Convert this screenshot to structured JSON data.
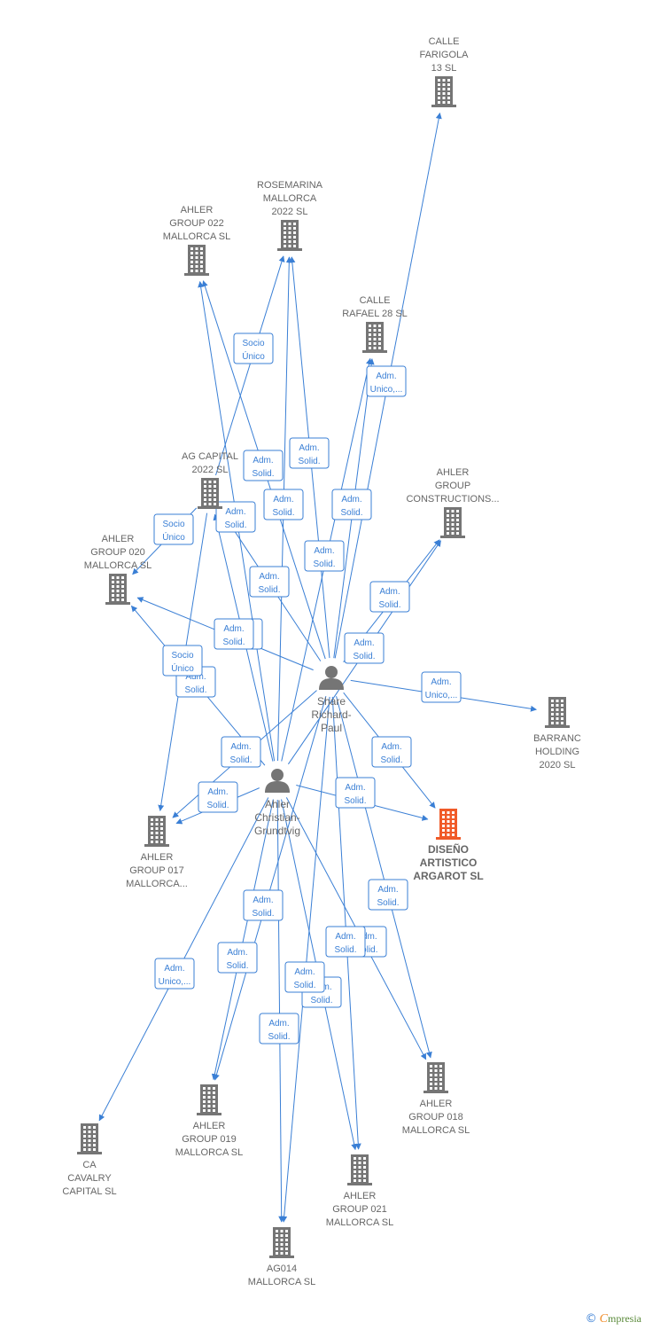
{
  "colors": {
    "edge": "#3a7fd5",
    "building": "#757575",
    "focus_building": "#f05a28",
    "person": "#757575"
  },
  "companies": [
    {
      "id": "calle_farigola",
      "lines": [
        "CALLE",
        "FARIGOLA",
        "13  SL"
      ],
      "focus": false
    },
    {
      "id": "rosemarina",
      "lines": [
        "ROSEMARINA",
        "MALLORCA",
        "2022  SL"
      ],
      "focus": false
    },
    {
      "id": "ahler_022",
      "lines": [
        "AHLER",
        "GROUP 022",
        "MALLORCA  SL"
      ],
      "focus": false
    },
    {
      "id": "calle_rafael",
      "lines": [
        "CALLE",
        "RAFAEL 28  SL"
      ],
      "focus": false
    },
    {
      "id": "ag_capital",
      "lines": [
        "AG CAPITAL",
        "2022  SL"
      ],
      "focus": false
    },
    {
      "id": "ahler_constructions",
      "lines": [
        "AHLER",
        "GROUP",
        "CONSTRUCTIONS..."
      ],
      "focus": false
    },
    {
      "id": "ahler_020",
      "lines": [
        "AHLER",
        "GROUP 020",
        "MALLORCA  SL"
      ],
      "focus": false
    },
    {
      "id": "barranc",
      "lines": [
        "BARRANC",
        "HOLDING",
        "2020  SL"
      ],
      "focus": false
    },
    {
      "id": "diseno",
      "lines": [
        "DISEÑO",
        "ARTISTICO",
        "ARGAROT  SL"
      ],
      "focus": true
    },
    {
      "id": "ahler_017",
      "lines": [
        "AHLER",
        "GROUP 017",
        "MALLORCA..."
      ],
      "focus": false
    },
    {
      "id": "ahler_018",
      "lines": [
        "AHLER",
        "GROUP 018",
        "MALLORCA  SL"
      ],
      "focus": false
    },
    {
      "id": "ahler_019",
      "lines": [
        "AHLER",
        "GROUP 019",
        "MALLORCA  SL"
      ],
      "focus": false
    },
    {
      "id": "ahler_021",
      "lines": [
        "AHLER",
        "GROUP 021",
        "MALLORCA  SL"
      ],
      "focus": false
    },
    {
      "id": "ca_cavalry",
      "lines": [
        "CA",
        "CAVALRY",
        "CAPITAL  SL"
      ],
      "focus": false
    },
    {
      "id": "ag014",
      "lines": [
        "AG014",
        "MALLORCA  SL"
      ],
      "focus": false
    }
  ],
  "persons": [
    {
      "id": "share",
      "lines": [
        "Share",
        "Richard-",
        "Paul"
      ]
    },
    {
      "id": "ahler_c",
      "lines": [
        "Ahler",
        "Christian-",
        "Grundtvig"
      ]
    }
  ],
  "edges": [
    {
      "from": "share",
      "to": "calle_farigola",
      "label": [
        "Adm.",
        "Unico,..."
      ]
    },
    {
      "from": "share",
      "to": "rosemarina",
      "label": [
        "Adm.",
        "Solid."
      ]
    },
    {
      "from": "share",
      "to": "ahler_022",
      "label": [
        "Adm.",
        "Solid."
      ]
    },
    {
      "from": "share",
      "to": "calle_rafael",
      "label": [
        "Adm.",
        "Solid."
      ]
    },
    {
      "from": "share",
      "to": "ag_capital",
      "label": [
        "Adm.",
        "Solid."
      ]
    },
    {
      "from": "share",
      "to": "ahler_constructions",
      "label": [
        "Adm.",
        "Solid."
      ]
    },
    {
      "from": "share",
      "to": "ahler_020",
      "label": [
        "Adm.",
        "Solid."
      ]
    },
    {
      "from": "share",
      "to": "barranc",
      "label": [
        "Adm.",
        "Unico,..."
      ]
    },
    {
      "from": "share",
      "to": "diseno",
      "label": [
        "Adm.",
        "Solid."
      ]
    },
    {
      "from": "share",
      "to": "ahler_017",
      "label": [
        "Adm.",
        "Solid."
      ]
    },
    {
      "from": "share",
      "to": "ahler_018",
      "label": [
        "Adm.",
        "Solid."
      ]
    },
    {
      "from": "share",
      "to": "ahler_019",
      "label": [
        "Adm.",
        "Solid."
      ]
    },
    {
      "from": "share",
      "to": "ahler_021",
      "label": [
        "Adm.",
        "Solid."
      ]
    },
    {
      "from": "share",
      "to": "ag014",
      "label": [
        "Adm.",
        "Solid."
      ]
    },
    {
      "from": "ahler_c",
      "to": "rosemarina",
      "label": [
        "Adm.",
        "Solid."
      ]
    },
    {
      "from": "ahler_c",
      "to": "ahler_022",
      "label": [
        "Adm.",
        "Solid."
      ]
    },
    {
      "from": "ahler_c",
      "to": "calle_rafael",
      "label": [
        "Adm.",
        "Solid."
      ]
    },
    {
      "from": "ahler_c",
      "to": "ag_capital",
      "label": [
        "Adm.",
        "Solid."
      ]
    },
    {
      "from": "ahler_c",
      "to": "ahler_constructions",
      "label": [
        "Adm.",
        "Solid."
      ]
    },
    {
      "from": "ahler_c",
      "to": "ahler_020",
      "label": [
        "Adm.",
        "Solid."
      ]
    },
    {
      "from": "ahler_c",
      "to": "diseno",
      "label": [
        "Adm.",
        "Solid."
      ]
    },
    {
      "from": "ahler_c",
      "to": "ahler_017",
      "label": [
        "Adm.",
        "Solid."
      ]
    },
    {
      "from": "ahler_c",
      "to": "ahler_018",
      "label": [
        "Adm.",
        "Solid."
      ]
    },
    {
      "from": "ahler_c",
      "to": "ahler_019",
      "label": [
        "Adm.",
        "Solid."
      ]
    },
    {
      "from": "ahler_c",
      "to": "ahler_021",
      "label": [
        "Adm.",
        "Solid."
      ]
    },
    {
      "from": "ahler_c",
      "to": "ca_cavalry",
      "label": [
        "Adm.",
        "Unico,..."
      ]
    },
    {
      "from": "ahler_c",
      "to": "ag014",
      "label": [
        "Adm.",
        "Solid."
      ]
    },
    {
      "from": "ag_capital",
      "to": "rosemarina",
      "label": [
        "Socio",
        "Único"
      ]
    },
    {
      "from": "ag_capital",
      "to": "ahler_017",
      "label": [
        "Socio",
        "Único"
      ]
    },
    {
      "from": "ag_capital",
      "to": "ahler_020",
      "label": [
        "Socio",
        "Único"
      ]
    }
  ],
  "footer": {
    "copyright": "©",
    "brand_initial": "C",
    "brand_rest": "mpresia"
  }
}
